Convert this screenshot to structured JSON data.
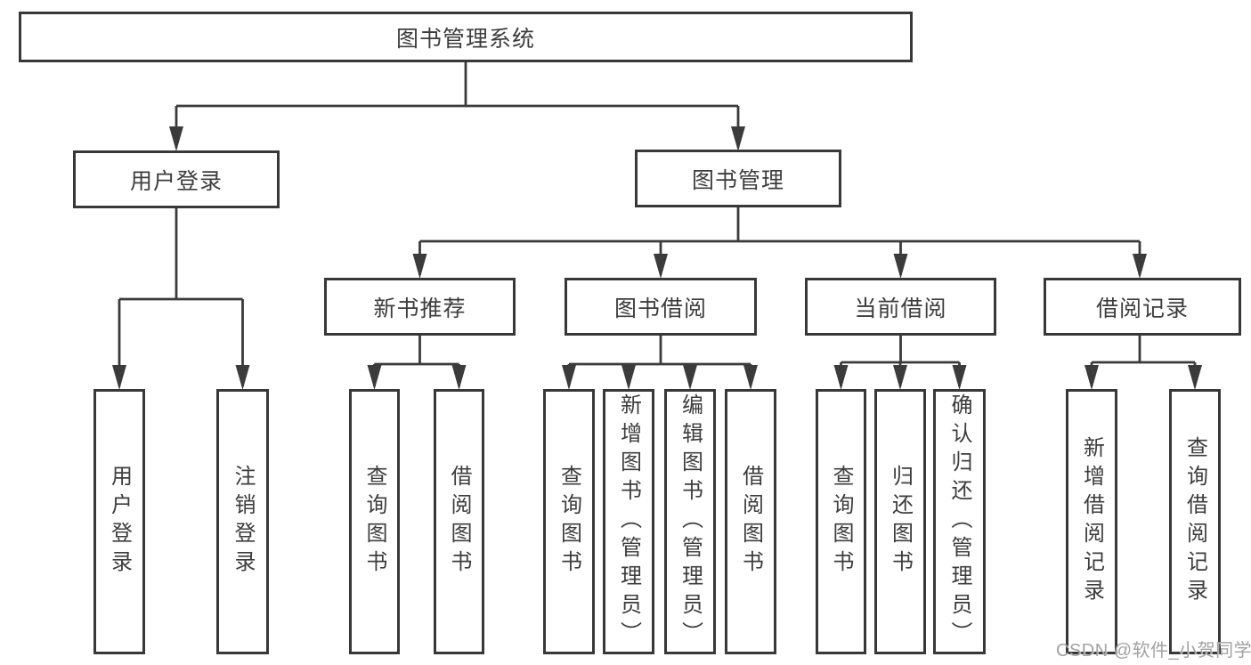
{
  "nodes": {
    "root": "图书管理系统",
    "user_login_branch": "用户登录",
    "book_mgmt": "图书管理",
    "new_book_rec": "新书推荐",
    "book_borrow": "图书借阅",
    "current_borrow": "当前借阅",
    "borrow_records": "借阅记录",
    "user_login": "用户登录",
    "logout": "注销登录",
    "query_books_a": "查询图书",
    "borrow_books_a": "借阅图书",
    "query_books_b": "查询图书",
    "add_books_admin": "新增图书（管理员）",
    "edit_books_admin": "编辑图书（管理员）",
    "borrow_books_b": "借阅图书",
    "query_books_c": "查询图书",
    "return_books": "归还图书",
    "confirm_return_admin": "确认归还（管理员）",
    "add_borrow_record": "新增借阅记录",
    "query_borrow_record": "查询借阅记录"
  },
  "watermark": {
    "text": "CSDN @软件_小贺同学"
  },
  "colors": {
    "line": "#3b3b3b",
    "box_border": "#383838",
    "box_bg": "#ffffff",
    "text": "#3d3d3d",
    "watermark": "#a2a2a2",
    "background": "#ffffff"
  }
}
